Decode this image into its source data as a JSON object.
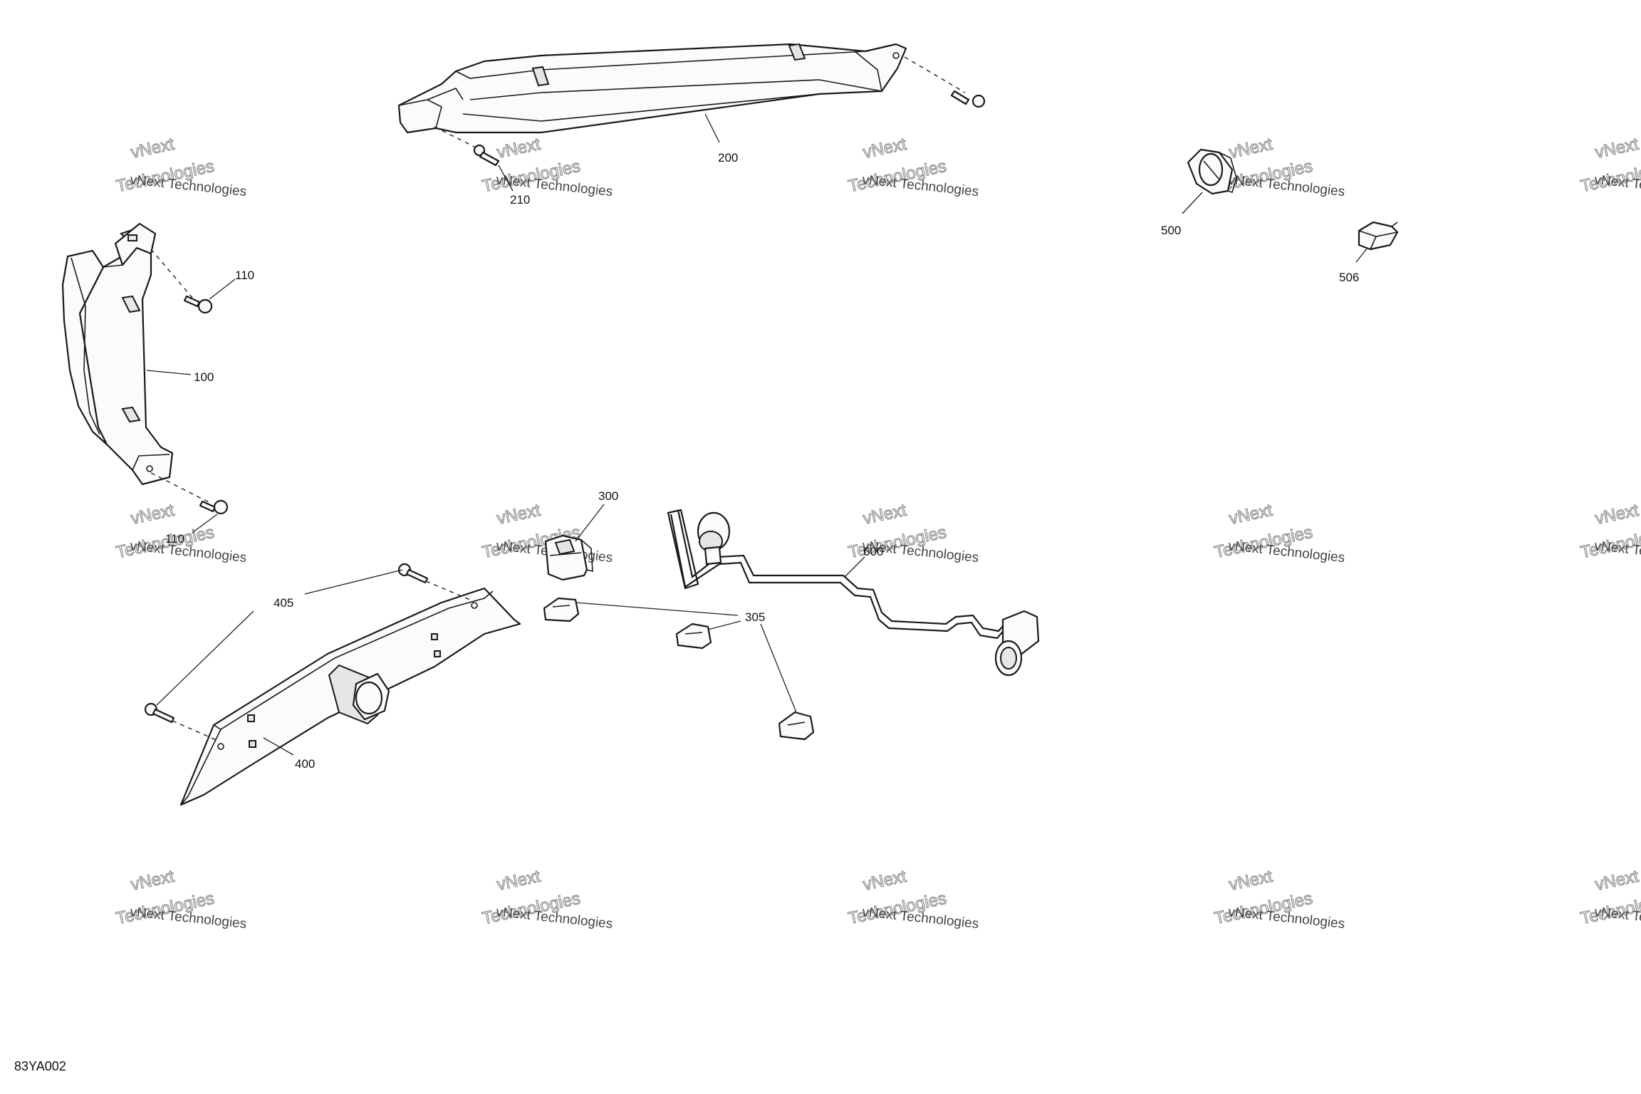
{
  "diagram": {
    "figure_id": "83YA002",
    "callouts": {
      "c100": "100",
      "c110a": "110",
      "c110b": "110",
      "c200": "200",
      "c210": "210",
      "c300": "300",
      "c305": "305",
      "c400": "400",
      "c405": "405",
      "c500": "500",
      "c506": "506",
      "c600": "600"
    },
    "watermark": {
      "line1": "vNext Technologies",
      "line2": "vNext",
      "line3": "Technologies"
    },
    "colors": {
      "line": "#1a1a1a",
      "background": "#ffffff",
      "watermark": "#888888"
    }
  }
}
